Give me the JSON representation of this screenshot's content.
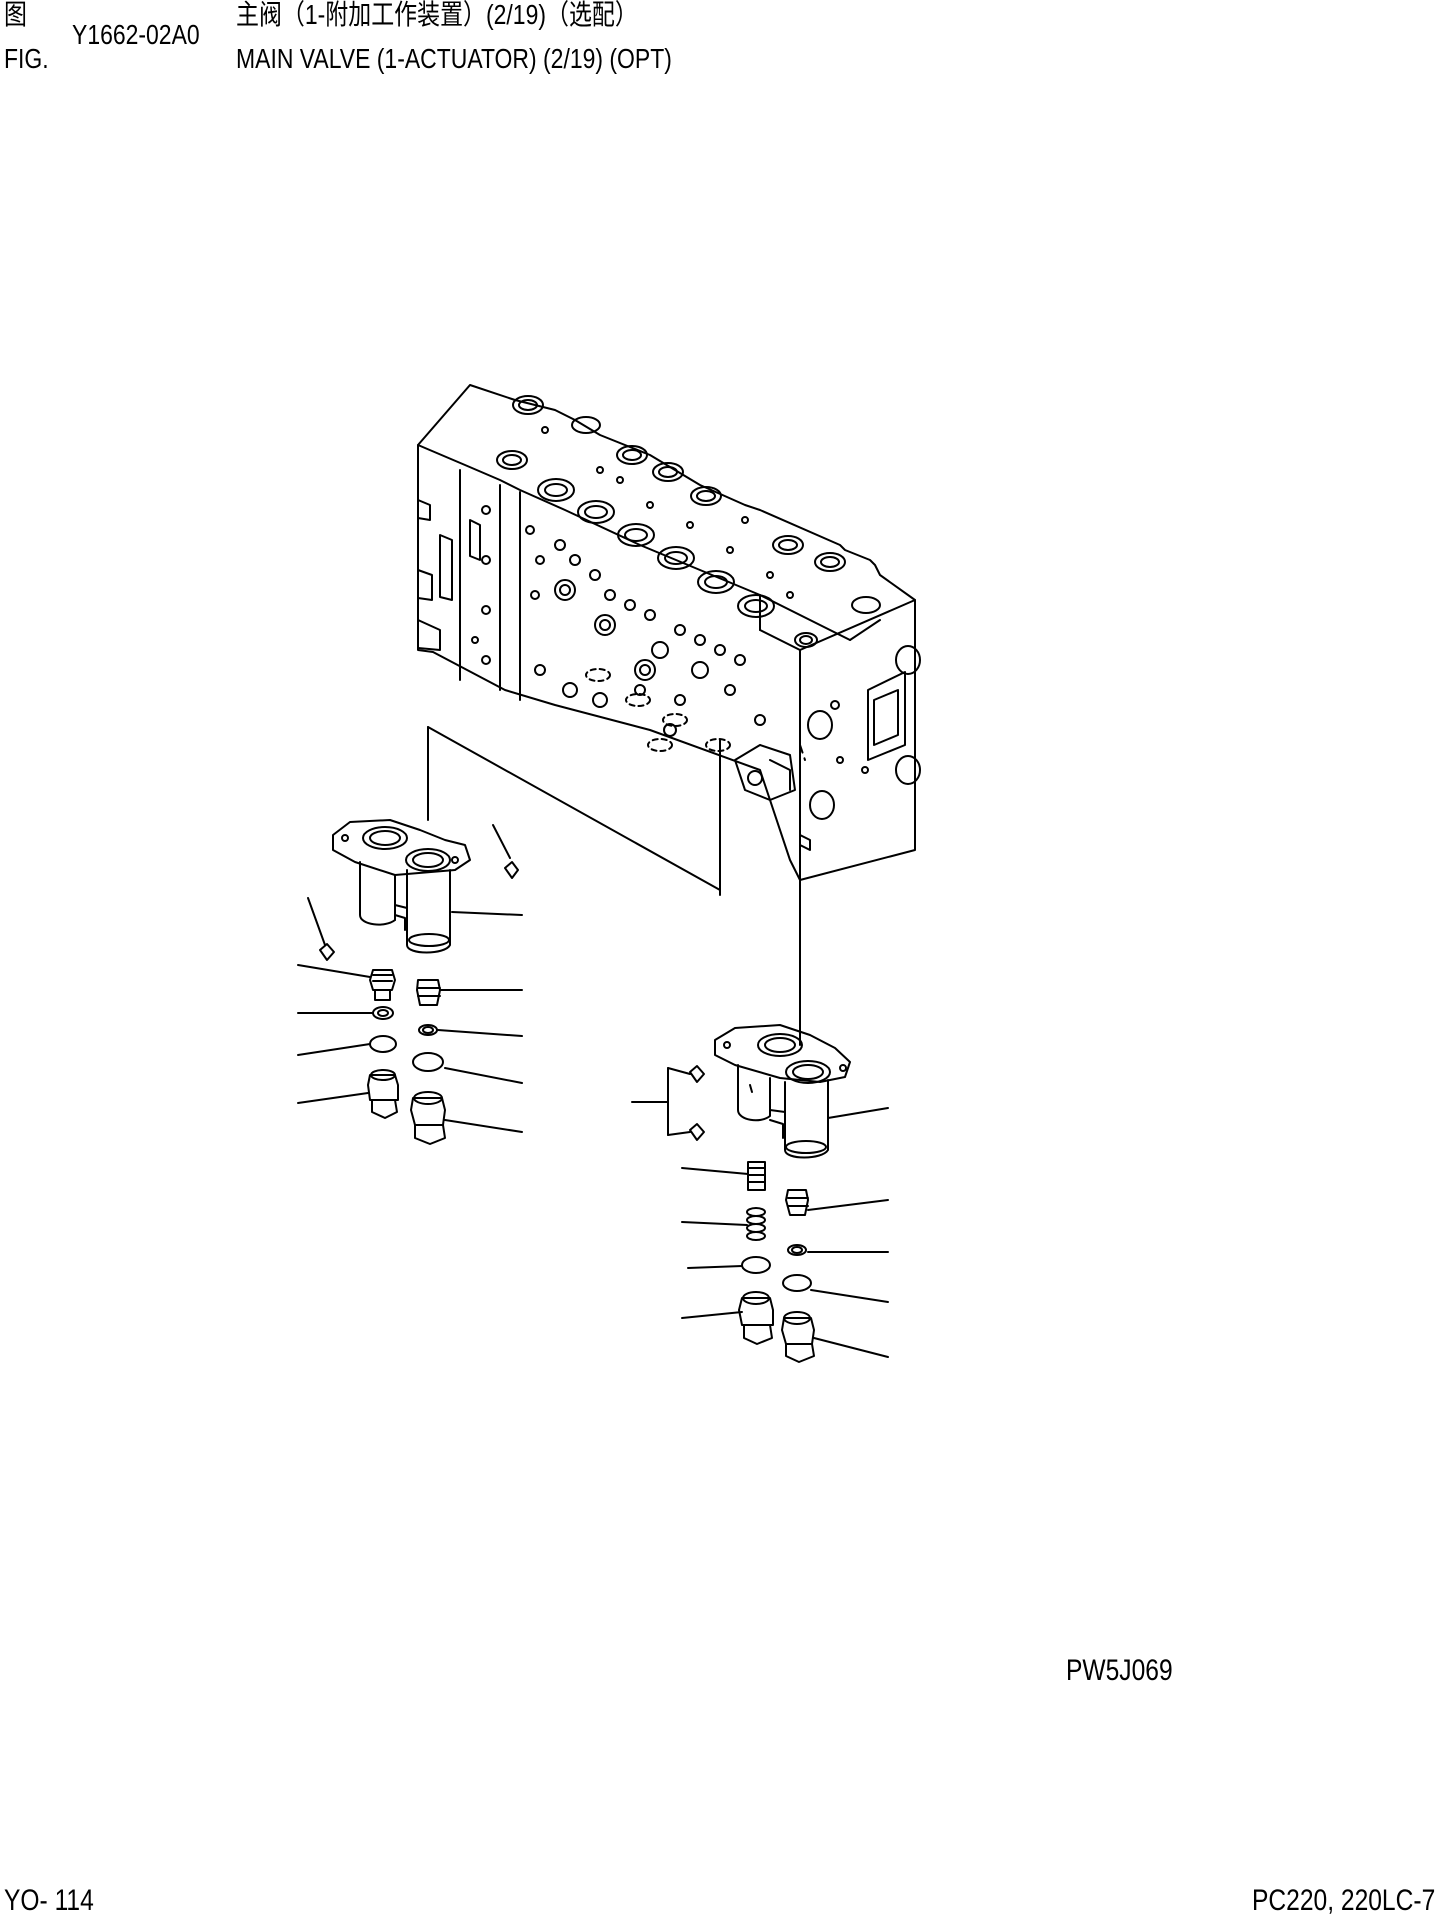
{
  "header": {
    "label_zh": "图",
    "label_en": "FIG.",
    "figure_number": "Y1662-02A0",
    "title_zh": "主阀（1-附加工作装置）(2/19)（选配）",
    "title_en": "MAIN VALVE (1-ACTUATOR) (2/19) (OPT)"
  },
  "illustration_code": "PW5J069",
  "footer": {
    "page": "YO- 114",
    "model": "PC220, 220LC-7"
  }
}
